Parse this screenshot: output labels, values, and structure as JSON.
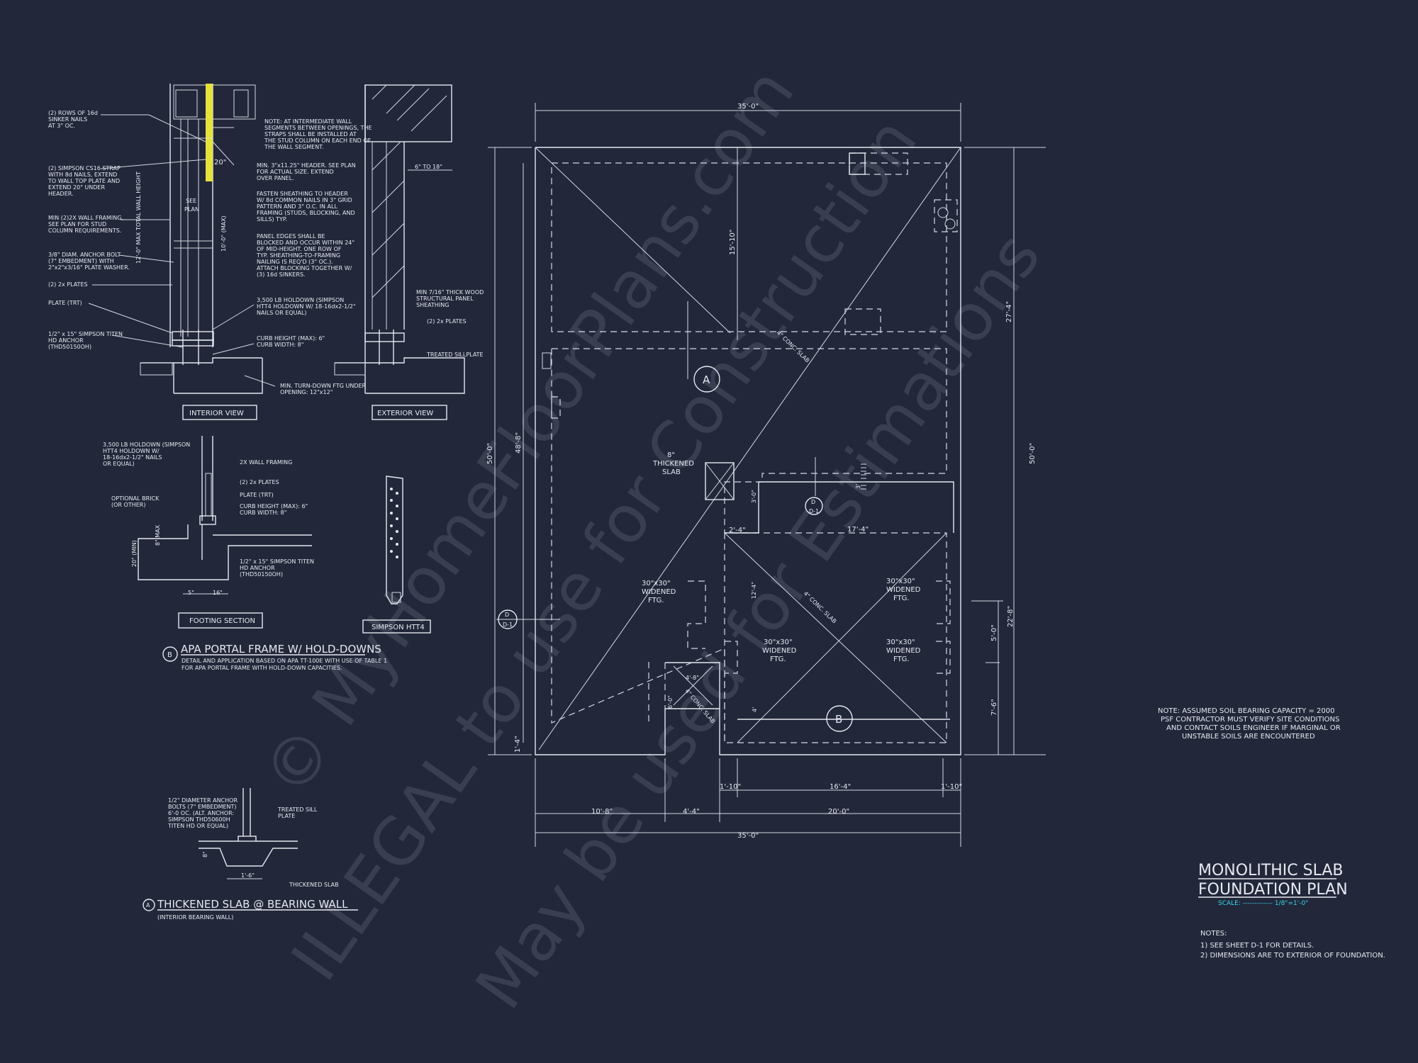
{
  "plan": {
    "title_line1": "MONOLITHIC SLAB",
    "title_line2": "FOUNDATION PLAN",
    "scale": "SCALE: ------------- 1/8\"=1'-0\"",
    "notes_heading": "NOTES:",
    "notes": [
      "1)  SEE SHEET D-1 FOR DETAILS.",
      "2)  DIMENSIONS ARE TO EXTERIOR OF FOUNDATION."
    ],
    "soil_note": [
      "NOTE: ASSUMED SOIL BEARING CAPACITY = 2000",
      "PSF CONTRACTOR MUST VERIFY SITE CONDITIONS",
      "AND CONTACT SOILS ENGINEER IF MARGINAL OR",
      "UNSTABLE SOILS ARE ENCOUNTERED"
    ],
    "dims": {
      "top": "35'-0\"",
      "bottom": "35'-0\"",
      "left_overall": "50'-0\"",
      "left_inner": "48'-8\"",
      "right_overall": "50'-0\"",
      "right_inner": "27'-4\"",
      "right_lower": "22'-8\"",
      "right_5": "5'-0\"",
      "right_7": "7'-6\"",
      "left_14": "1'-4\"",
      "d15_10": "15'-10\"",
      "d17_4": "17'-4\"",
      "d2_4": "2'-4\"",
      "d3_0a": "3'-0\"",
      "d3_0b": "3'",
      "d12_4": "12'-4\"",
      "d4_8": "4'-8\"",
      "d6_0": "6'-0\"",
      "d4a": "4'",
      "b10_8": "10'-8\"",
      "b4_4": "4'-4\"",
      "b20_0": "20'-0\"",
      "b1_10a": "1'-10\"",
      "b16_4": "16'-4\"",
      "b1_10b": "1'-10\""
    },
    "labels": {
      "thick": [
        "8\"",
        "THICKENED",
        "SLAB"
      ],
      "wf1": [
        "30\"x30\"",
        "WIDENED",
        "FTG."
      ],
      "wf2": [
        "30\"x30\"",
        "WIDENED",
        "FTG."
      ],
      "wf3": [
        "30\"x30\"",
        "WIDENED",
        "FTG."
      ],
      "wf4": [
        "30\"x30\"",
        "WIDENED",
        "FTG."
      ],
      "slab1": "4\" CONC. SLAB",
      "slab2": "4\" CONC. SLAB",
      "slab3": "4\" CONC. SLAB",
      "tag_a": "A",
      "tag_b": "B",
      "tag_d1": [
        "D",
        "D-1"
      ],
      "tag_d2": [
        "D",
        "D-1"
      ]
    }
  },
  "details": {
    "left_notes": [
      [
        "(2) ROWS OF 16d",
        "SINKER NAILS",
        "AT 3\" OC."
      ],
      [
        "(2) SIMPSON CS16 STRAP",
        "WITH 8d NAILS, EXTEND",
        "TO WALL TOP PLATE AND",
        "EXTEND 20\" UNDER",
        "HEADER."
      ],
      [
        "MIN (2)2X WALL FRAMING,",
        "SEE PLAN FOR STUD",
        "COLUMN REQUIREMENTS."
      ],
      [
        "3/8\" DIAM. ANCHOR BOLT",
        "(7\" EMBEDMENT) WITH",
        "2\"x2\"x3/16\" PLATE WASHER."
      ],
      [
        "(2) 2x PLATES"
      ],
      [
        "PLATE (TRT)"
      ],
      [
        "1/2\" x 15\" SIMPSON TITEN",
        "HD ANCHOR",
        "(THD50150OH)"
      ]
    ],
    "mid_notes": [
      [
        "NOTE: AT INTERMEDIATE WALL",
        "SEGMENTS BETWEEN OPENINGS, THE",
        "STRAPS SHALL BE INSTALLED AT",
        "THE STUD COLUMN ON EACH END OF",
        "THE WALL SEGMENT."
      ],
      [
        "MIN. 3\"x11.25\" HEADER. SEE PLAN",
        "FOR ACTUAL SIZE. EXTEND",
        "OVER PANEL."
      ],
      [
        "FASTEN SHEATHING TO HEADER",
        "W/ 8d COMMON NAILS IN 3\" GRID",
        "PATTERN AND 3\" O.C. IN ALL",
        "FRAMING (STUDS, BLOCKING, AND",
        "SILLS) TYP."
      ],
      [
        "PANEL EDGES SHALL BE",
        "BLOCKED AND OCCUR WITHIN 24\"",
        "OF MID-HEIGHT. ONE ROW OF",
        "TYP. SHEATHING-TO-FRAMING",
        "NAILING IS REQ'D (3\" OC.).",
        "ATTACH BLOCKING TOGETHER W/",
        "(3) 16d SINKERS."
      ],
      [
        "3,500 LB HOLDOWN (SIMPSON",
        "HTT4 HOLDOWN W/ 18-16dx2-1/2\"",
        "NAILS OR EQUAL)"
      ],
      [
        "CURB HEIGHT (MAX): 6\"",
        "CURB WIDTH: 8\""
      ],
      [
        "MIN. TURN-DOWN FTG UNDER",
        "OPENING: 12\"x12\""
      ]
    ],
    "wall_height": "12'-0\" MAX TOTAL WALL HEIGHT",
    "wall_10": "10'-0\" (MAX)",
    "see_plan": [
      "SEE",
      "PLAN"
    ],
    "dim20": "20\"",
    "dim6to18": "6\" TO 18\"",
    "ext_notes": [
      [
        "MIN 7/16\" THICK WOOD",
        "STRUCTURAL PANEL",
        "SHEATHING"
      ],
      [
        "(2) 2x PLATES"
      ],
      [
        "TREATED SILLPLATE"
      ]
    ],
    "interior_view": "INTERIOR VIEW",
    "exterior_view": "EXTERIOR VIEW",
    "footing_notes": [
      [
        "3,500 LB HOLDOWN (SIMPSON",
        "HTT4 HOLDOWN W/",
        "18-16dx2-1/2\" NAILS",
        "OR EQUAL)"
      ],
      [
        "2X WALL FRAMING"
      ],
      [
        "(2) 2x PLATES"
      ],
      [
        "PLATE (TRT)"
      ],
      [
        "OPTIONAL BRICK",
        "(OR OTHER)"
      ],
      [
        "CURB HEIGHT (MAX): 6\"",
        "CURB WIDTH: 8\""
      ],
      [
        "1/2\" x 15\" SIMPSON TITEN",
        "HD ANCHOR",
        "(THD50150OH)"
      ]
    ],
    "footing_dims": {
      "min20": "20\" (MIN)",
      "max8": "8\" MAX",
      "d5": "5\"",
      "d16": "16\""
    },
    "footing_section": "FOOTING SECTION",
    "simpson": "SIMPSON HTT4",
    "portal_tag": "B",
    "portal_title": "APA PORTAL FRAME W/ HOLD-DOWNS",
    "portal_desc": [
      "DETAIL AND APPLICATION BASED ON APA TT-100E WITH USE OF TABLE 1",
      "FOR APA PORTAL FRAME WITH HOLD-DOWN CAPACITIES."
    ],
    "thick_notes": [
      [
        "1/2\" DIAMETER ANCHOR",
        "BOLTS (7\" EMBEDMENT)",
        "6'-0 OC. (ALT. ANCHOR:",
        "SIMPSON THD50600H",
        "TITEN HD OR EQUAL)"
      ],
      [
        "TREATED SILL",
        "PLATE"
      ],
      [
        "THICKENED SLAB"
      ]
    ],
    "thick_dims": {
      "d16": "1'-6\"",
      "d8": "8\""
    },
    "thick_tag": "A",
    "thick_title": "THICKENED SLAB @ BEARING WALL",
    "thick_sub": "(INTERIOR BEARING WALL)"
  },
  "watermark": [
    "© MyHomeFloorPlans.com",
    "ILLEGAL to use for Construction",
    "May be used for Estimations"
  ]
}
